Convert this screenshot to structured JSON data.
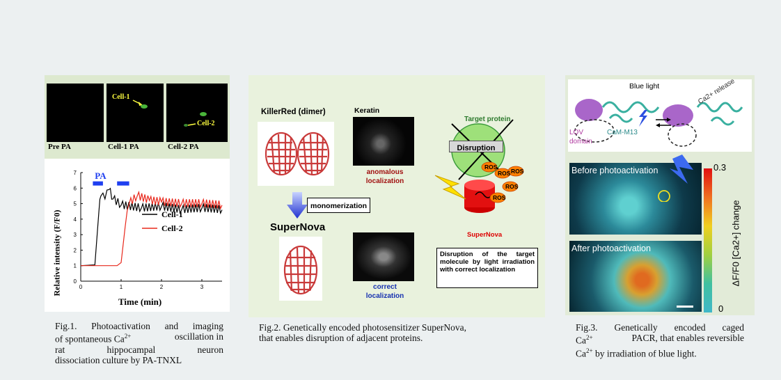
{
  "fig1": {
    "micro_labels": [
      "Pre PA",
      "Cell-1 PA",
      "Cell-2 PA"
    ],
    "cell1_marker": "Cell-1",
    "cell2_marker": "Cell-2",
    "chart_data": {
      "type": "line",
      "ylabel": "Relative intensity (F/F0)",
      "xlabel": "Time (min)",
      "xlim": [
        0,
        3.5
      ],
      "ylim": [
        0,
        7
      ],
      "x_ticks": [
        "0",
        "1",
        "2",
        "3"
      ],
      "y_ticks": [
        "0",
        "1",
        "2",
        "3",
        "4",
        "5",
        "6",
        "7"
      ],
      "pa_label": "PA",
      "pa_bars": [
        [
          0.3,
          0.55
        ],
        [
          0.9,
          1.2
        ]
      ],
      "series": [
        {
          "name": "Cell-1",
          "color": "#000000",
          "points": [
            [
              0,
              1.0
            ],
            [
              0.35,
              1.05
            ],
            [
              0.45,
              4.5
            ],
            [
              0.5,
              5.5
            ],
            [
              0.6,
              5.3
            ],
            [
              0.7,
              5.9
            ],
            [
              0.8,
              5.3
            ],
            [
              1.0,
              4.9
            ],
            [
              1.5,
              4.7
            ],
            [
              2.0,
              4.8
            ],
            [
              2.5,
              4.6
            ],
            [
              3.0,
              4.7
            ],
            [
              3.5,
              4.6
            ]
          ]
        },
        {
          "name": "Cell-2",
          "color": "#e8281c",
          "points": [
            [
              0,
              1.0
            ],
            [
              0.9,
              1.0
            ],
            [
              1.0,
              1.2
            ],
            [
              1.1,
              3.5
            ],
            [
              1.2,
              5.0
            ],
            [
              1.4,
              5.5
            ],
            [
              1.7,
              5.2
            ],
            [
              2.0,
              5.1
            ],
            [
              2.5,
              5.0
            ],
            [
              3.0,
              5.0
            ],
            [
              3.5,
              4.9
            ]
          ]
        }
      ]
    },
    "caption": {
      "l1": "Fig.1. Photoactivation and imaging",
      "l2a": "of spontaneous Ca",
      "l2sup": "2+",
      "l2b": " oscillation in",
      "l3a": "rat",
      "l3b": "hippocampal",
      "l3c": "neuron",
      "l4": "dissociation culture by PA-TNXL"
    }
  },
  "fig2": {
    "killerred": "KillerRed (dimer)",
    "keratin": "Keratin",
    "anomalous": "anomalous localization",
    "monomerization": "monomerization",
    "supernova": "SuperNova",
    "correct": "correct localization",
    "target": "Target protein",
    "disruption": "Disruption",
    "ros": "ROS",
    "supernova_small": "SuperNova",
    "box_text": "Disruption of the target molecule by light irradiation with correct localization",
    "caption": {
      "l1": "Fig.2. Genetically encoded photosensitizer SuperNova,",
      "l2": "that enables disruption of adjacent proteins."
    }
  },
  "fig3": {
    "blue_light": "Blue light",
    "lov": "LOV domain",
    "cam": "CaM-M13",
    "ca_release": "Ca2+ release",
    "before": "Before photoactivation",
    "after": "After photoactivation",
    "scale_max": "0.3",
    "scale_min": "0",
    "scale_label": "ΔF/F0 [Ca2+] change",
    "caption": {
      "l1": "Fig.3. Genetically encoded caged",
      "l2a": "Ca",
      "l2sup": "2+",
      "l2b": " PACR, that enables reversible",
      "l3a": "Ca",
      "l3sup": "2+",
      "l3b": " by irradiation of blue light."
    }
  }
}
